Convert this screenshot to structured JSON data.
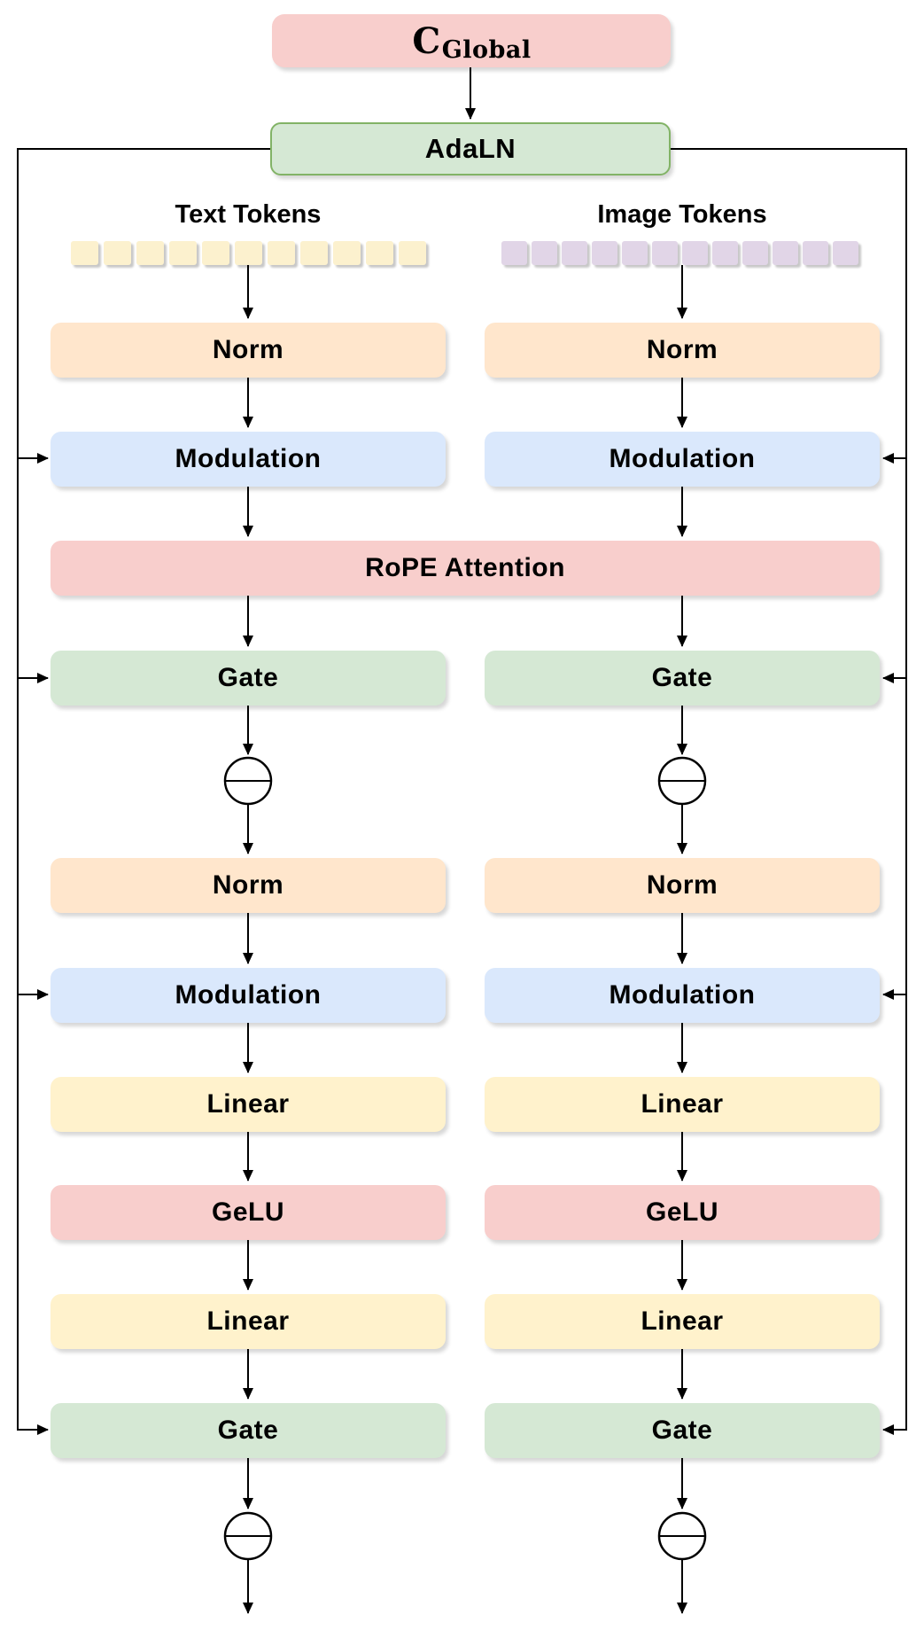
{
  "figure": {
    "top": {
      "c_global_main": "C",
      "c_global_sub": "Global",
      "adaln_label": "AdaLN"
    },
    "attention_label": "RoPE Attention",
    "columns": [
      {
        "id": "text",
        "header": "Text Tokens",
        "token_count": 11,
        "boxes": [
          "Norm",
          "Modulation",
          "Gate",
          "Norm",
          "Modulation",
          "Linear",
          "GeLU",
          "Linear",
          "Gate"
        ]
      },
      {
        "id": "image",
        "header": "Image Tokens",
        "token_count": 12,
        "boxes": [
          "Norm",
          "Modulation",
          "Gate",
          "Norm",
          "Modulation",
          "Linear",
          "GeLU",
          "Linear",
          "Gate"
        ]
      }
    ],
    "palette": {
      "pink_fill": "#F8CECC",
      "green_fill": "#D5E8D4",
      "green_border": "#82B366",
      "orange_fill": "#FFE6CC",
      "blue_fill": "#DAE8FC",
      "yellow_fill": "#FFF2CC",
      "text_token_fill": "#FCF1CE",
      "image_token_fill": "#E1D5E7",
      "wire_color": "#000000"
    }
  }
}
